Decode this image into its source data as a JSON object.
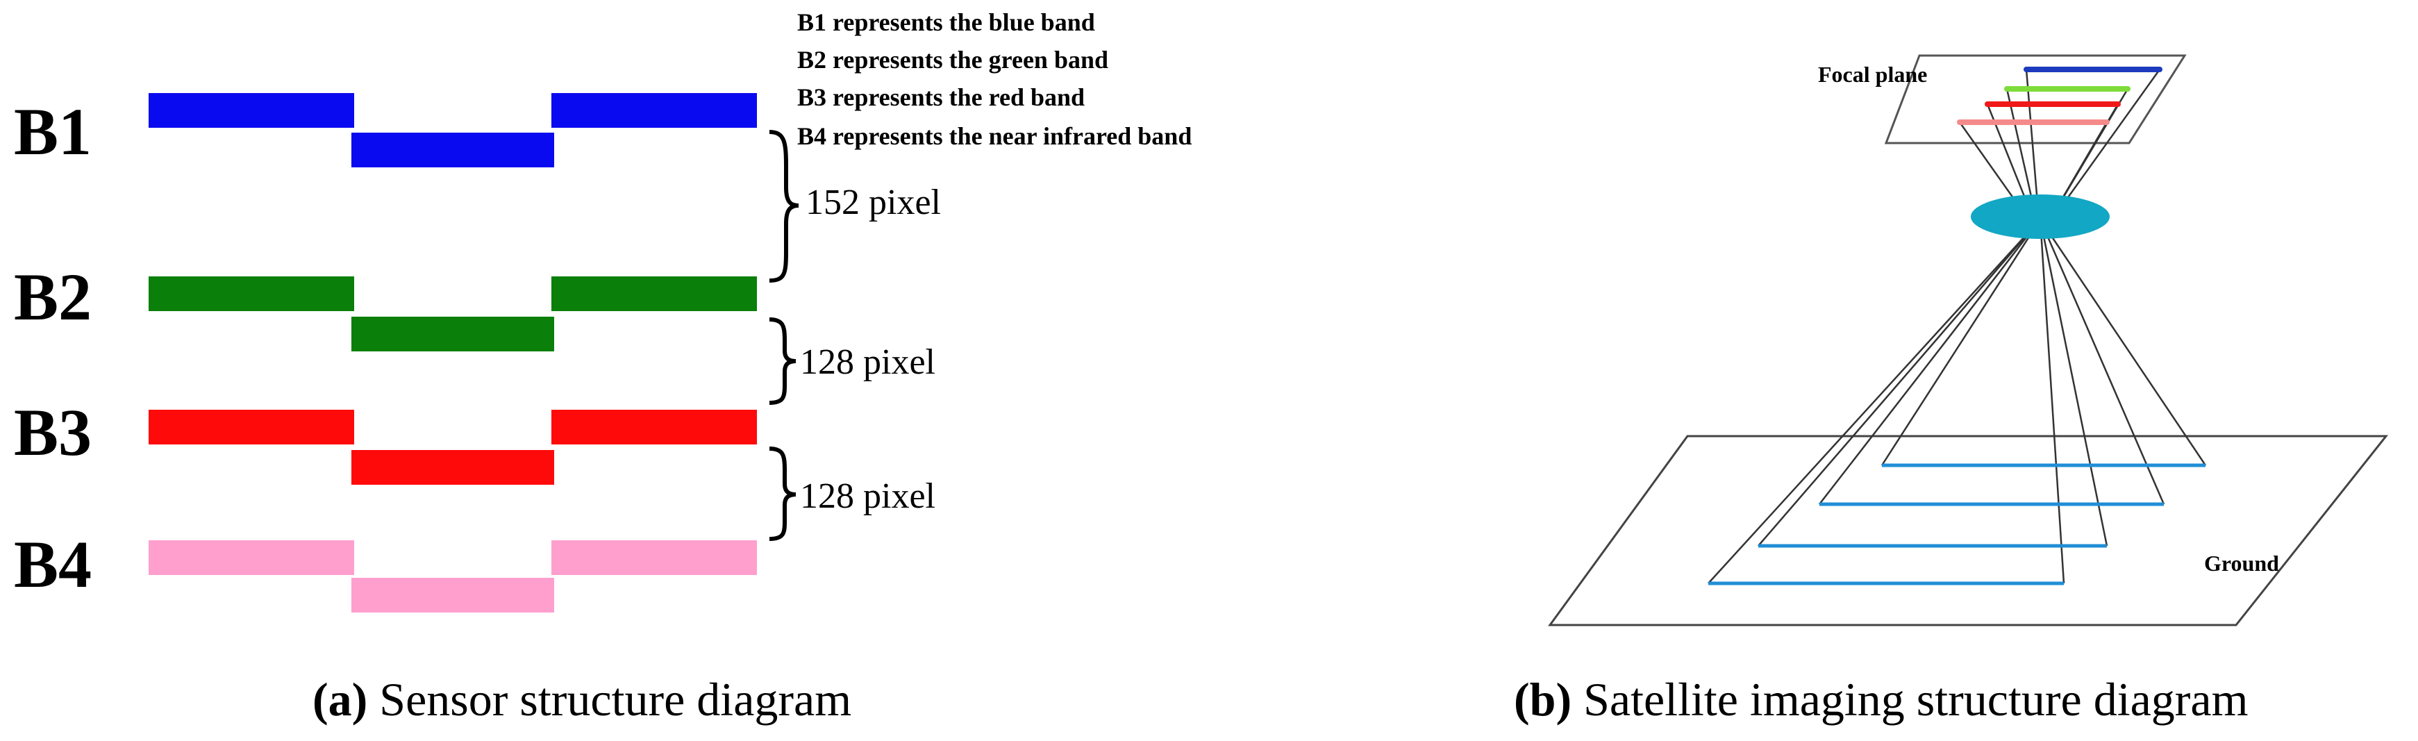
{
  "panel_a": {
    "bands": [
      {
        "label": "B1",
        "color": "#0a0af0"
      },
      {
        "label": "B2",
        "color": "#0a7f0a"
      },
      {
        "label": "B3",
        "color": "#ff0a0a"
      },
      {
        "label": "B4",
        "color": "#ff9fce"
      }
    ],
    "legend": [
      "B1 represents the blue band",
      "B2 represents the green band",
      "B3 represents the red band",
      "B4 represents the near infrared band"
    ],
    "gaps": [
      {
        "text": "152 pixel"
      },
      {
        "text": "128 pixel"
      },
      {
        "text": "128 pixel"
      }
    ],
    "caption_tag": "(a)",
    "caption_text": " Sensor structure diagram"
  },
  "panel_b": {
    "focal_plane_label": "Focal plane",
    "ground_label": "Ground",
    "lens_color": "#12a7c4",
    "focal_line_colors": [
      "#1d3bbd",
      "#7ddc3a",
      "#f01818",
      "#f58a8a"
    ],
    "ground_line_color": "#1f8ed6",
    "caption_tag": "(b)",
    "caption_text": " Satellite imaging structure diagram"
  }
}
